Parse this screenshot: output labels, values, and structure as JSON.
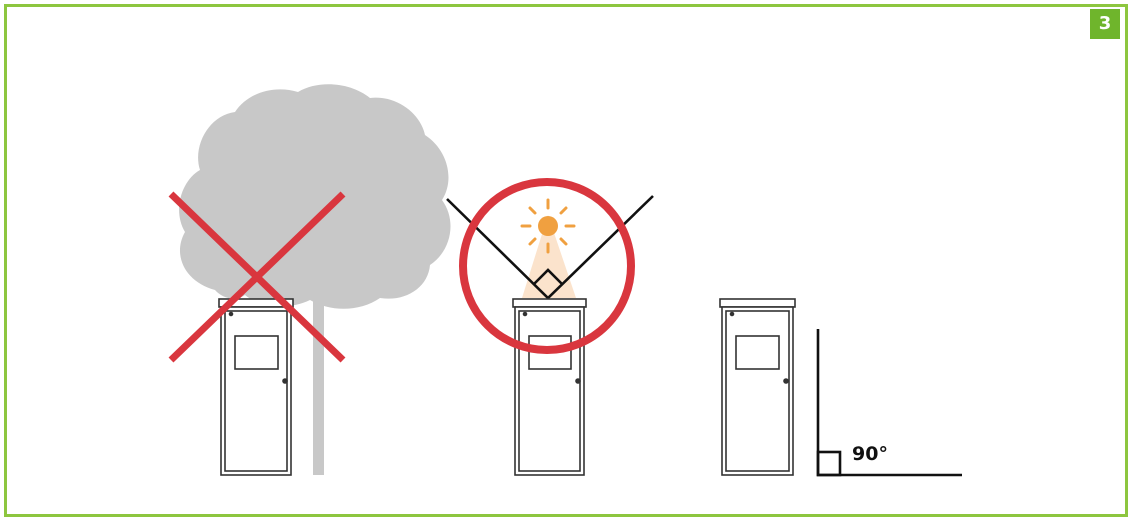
{
  "step_badge": "3",
  "angle_label": "90°",
  "colors": {
    "frame": "#8dc63f",
    "badge": "#6fb52c",
    "cross": "#d9363e",
    "circle": "#d9363e",
    "tree": "#c8c8c8",
    "sun": "#f0a040",
    "sun_glow": "#fbe3cc"
  },
  "panels": [
    {
      "name": "shaded-by-tree",
      "status": "incorrect"
    },
    {
      "name": "open-sky",
      "status": "correct"
    },
    {
      "name": "upright-installation",
      "status": "correct"
    }
  ]
}
